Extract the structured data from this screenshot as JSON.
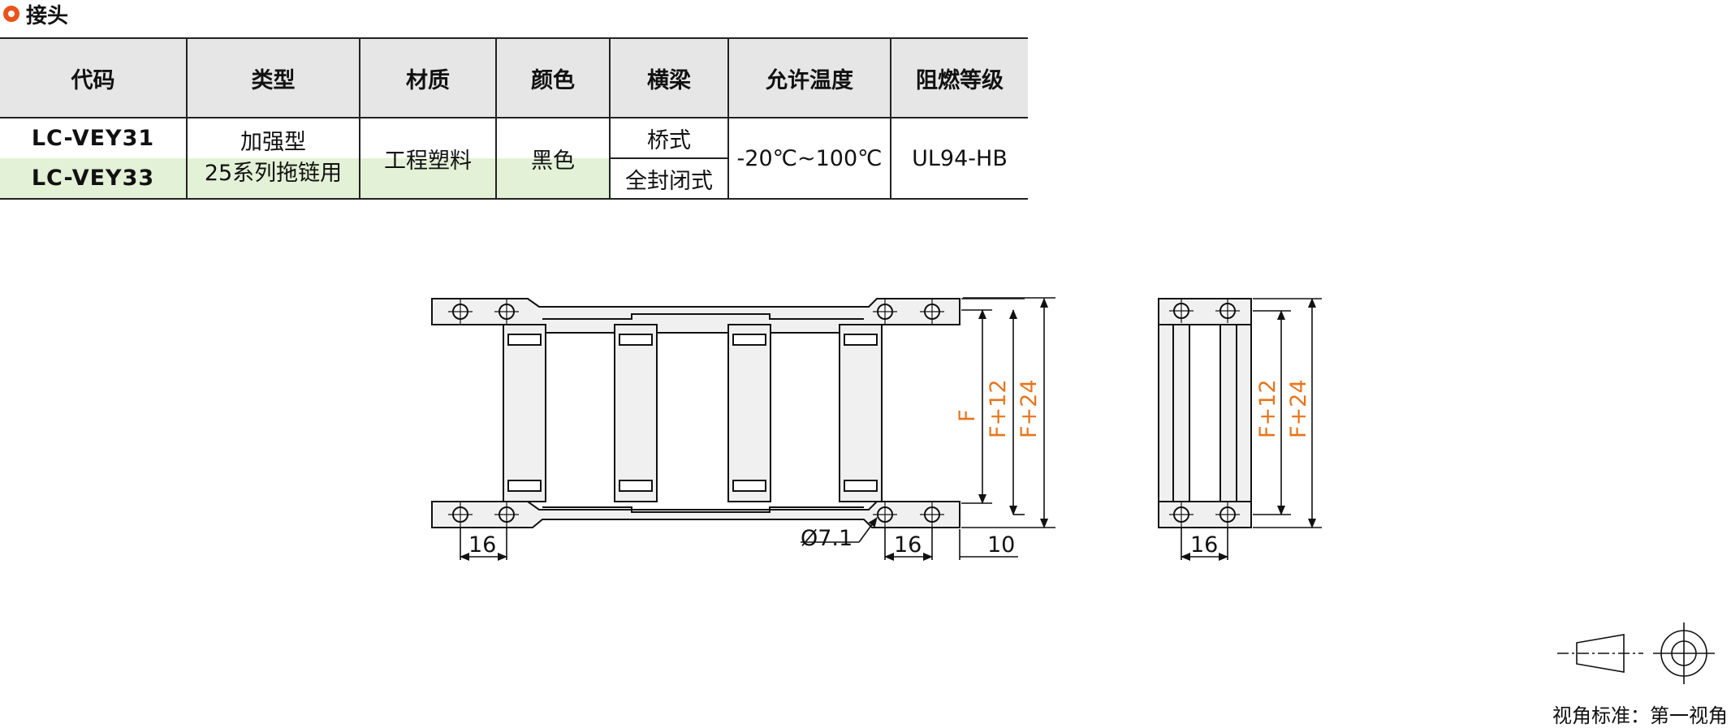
{
  "section": {
    "title": "接头"
  },
  "table": {
    "headers": [
      "代码",
      "类型",
      "材质",
      "颜色",
      "横梁",
      "允许温度",
      "阻燃等级"
    ],
    "codes": [
      "LC-VEY31",
      "LC-VEY33"
    ],
    "type_line1": "加强型",
    "type_line2": "25系列拖链用",
    "material": "工程塑料",
    "color": "黑色",
    "beam": [
      "桥式",
      "全封闭式"
    ],
    "temperature": "-20℃~100℃",
    "flame_rating": "UL94-HB"
  },
  "drawing": {
    "dims": {
      "F": "F",
      "F12": "F+12",
      "F24": "F+24",
      "hole_dia": "Ø7.1",
      "pitch_left": "16",
      "pitch_right": "16",
      "offset": "10",
      "side_pitch": "16"
    }
  },
  "projection": {
    "caption": "视角标准：第一视角"
  },
  "colors": {
    "accent": "#e8541c",
    "code_blue": "#2c5a8a",
    "highlight_green": "#e3f1d6",
    "header_gray": "#e6e6e6"
  }
}
